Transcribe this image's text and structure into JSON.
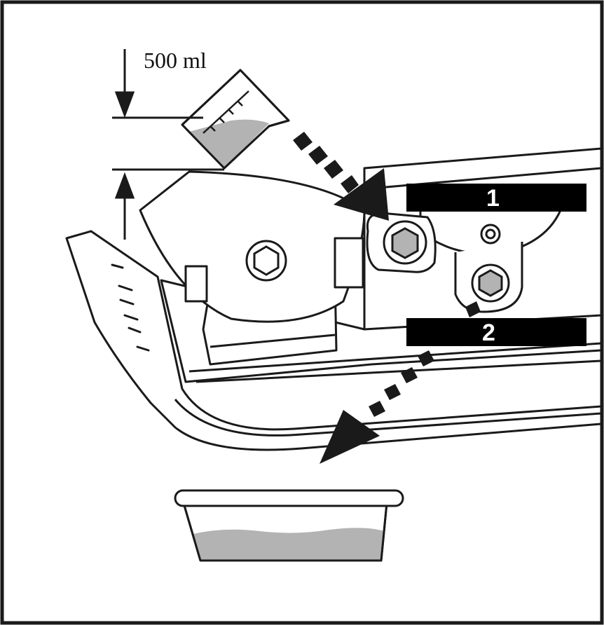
{
  "diagram": {
    "volume_label": "500 ml",
    "callout_1": "1",
    "callout_2": "2"
  },
  "colors": {
    "line": "#1a1a1a",
    "fluid": "#b3b3b3",
    "callout_bg": "#000000",
    "callout_text": "#ffffff",
    "background": "#ffffff"
  }
}
